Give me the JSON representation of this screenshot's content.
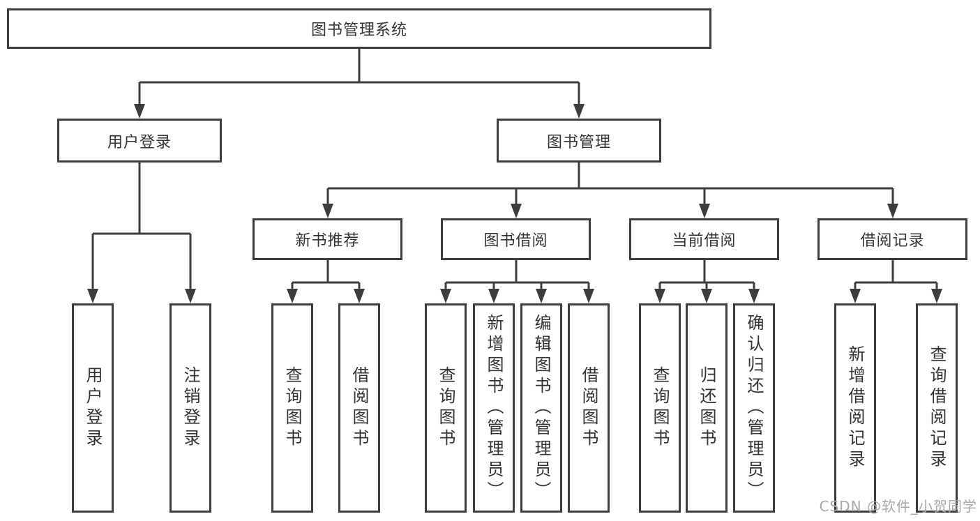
{
  "diagram_title": "图书管理系统",
  "tree": {
    "label": "图书管理系统",
    "children": [
      {
        "label": "用户登录",
        "children": [
          {
            "label": "用户登录"
          },
          {
            "label": "注销登录"
          }
        ]
      },
      {
        "label": "图书管理",
        "children": [
          {
            "label": "新书推荐",
            "children": [
              {
                "label": "查询图书"
              },
              {
                "label": "借阅图书"
              }
            ]
          },
          {
            "label": "图书借阅",
            "children": [
              {
                "label": "查询图书"
              },
              {
                "label": "新增图书（管理员）"
              },
              {
                "label": "编辑图书（管理员）"
              },
              {
                "label": "借阅图书"
              }
            ]
          },
          {
            "label": "当前借阅",
            "children": [
              {
                "label": "查询图书"
              },
              {
                "label": "归还图书"
              },
              {
                "label": "确认归还（管理员）"
              }
            ]
          },
          {
            "label": "借阅记录",
            "children": [
              {
                "label": "新增借阅记录"
              },
              {
                "label": "查询借阅记录"
              }
            ]
          }
        ]
      }
    ]
  },
  "watermark": "CSDN @软件_小贺同学",
  "colors": {
    "line": "#3d3d3d",
    "text": "#333333",
    "watermark": "#a8a8a8",
    "background": "#ffffff"
  }
}
